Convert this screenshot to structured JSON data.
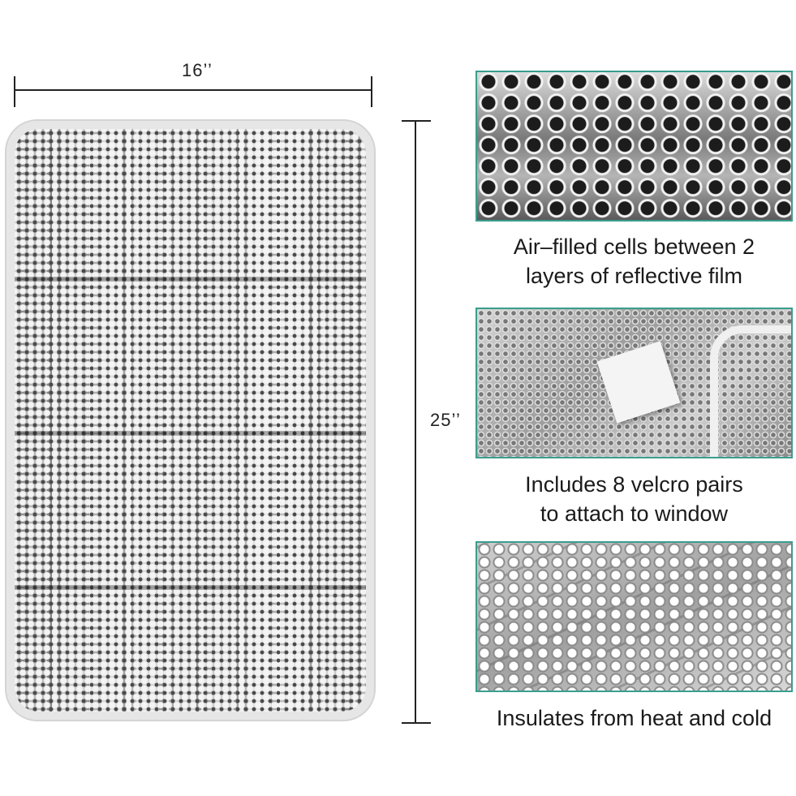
{
  "dimensions": {
    "width_label": "16’’",
    "height_label": "25’’"
  },
  "features": [
    {
      "lines": [
        "Air–filled cells between 2",
        "layers of reflective film"
      ]
    },
    {
      "lines": [
        "Includes 8 velcro pairs",
        "to attach to window"
      ]
    },
    {
      "lines": [
        "Insulates from heat and cold"
      ]
    }
  ],
  "colors": {
    "panel_border": "#3a9e8e",
    "text": "#1a1a1a",
    "background": "#ffffff"
  }
}
